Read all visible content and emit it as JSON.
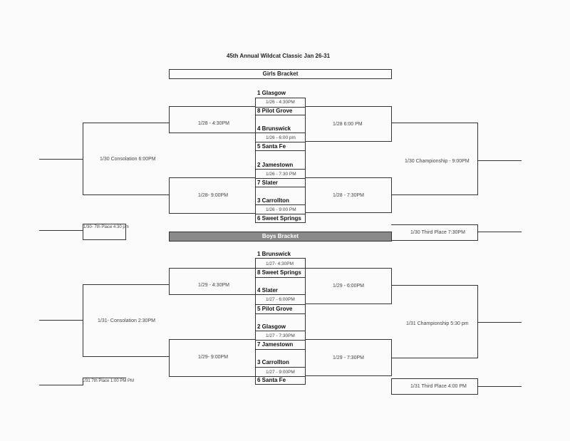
{
  "title": "45th Annual Wildcat Classic Jan 26-31",
  "girls": {
    "header": "Girls Bracket",
    "teams": [
      "1 Glasgow",
      "8 Pilot Grove",
      "4 Brunswick",
      "5 Santa Fe",
      "2 Jamestown",
      "7 Slater",
      "3 Carrollton",
      "6 Sweet Springs"
    ],
    "game_times": [
      "1/26 - 4:30PM",
      "1/26 - 6:00 pm",
      "1/26 - 7:30 PM",
      "1/26 - 9:00 PM"
    ],
    "left_top": "1/28 - 4:30PM",
    "left_bottom": "1/28- 9:00PM",
    "right_top": "1/28 6:00 PM",
    "right_bottom": "1/28 - 7:30PM",
    "consolation": "1/30 Consolation 6:00PM",
    "championship": "1/30 Championship - 9:00PM",
    "seventh": "1/30- 7th Place 4:30 pm",
    "third": "1/30 Third Place 7:30PM"
  },
  "boys": {
    "header": "Boys Bracket",
    "teams": [
      "1 Brunswick",
      "8 Sweet Springs",
      "4 Slater",
      "5 Pilot Grove",
      "2 Glasgow",
      "7 Jamestown",
      "3 Carrollton",
      "6 Santa Fe"
    ],
    "game_times": [
      "1/27- 4:30PM",
      "1/27 - 6:00PM",
      "1/27 - 7:30PM",
      "1/27 - 9:00PM"
    ],
    "left_top": "1/29 - 4:30PM",
    "left_bottom": "1/29- 9:00PM",
    "right_top": "1/29 - 6:00PM",
    "right_bottom": "1/29 - 7:30PM",
    "consolation": "1/31- Consolation 2:30PM",
    "championship": "1/31 Championship 5:30 pm",
    "seventh": "1/31 7th Place 1:00 PM PM",
    "third": "1/31 Third Place 4:00 PM"
  }
}
